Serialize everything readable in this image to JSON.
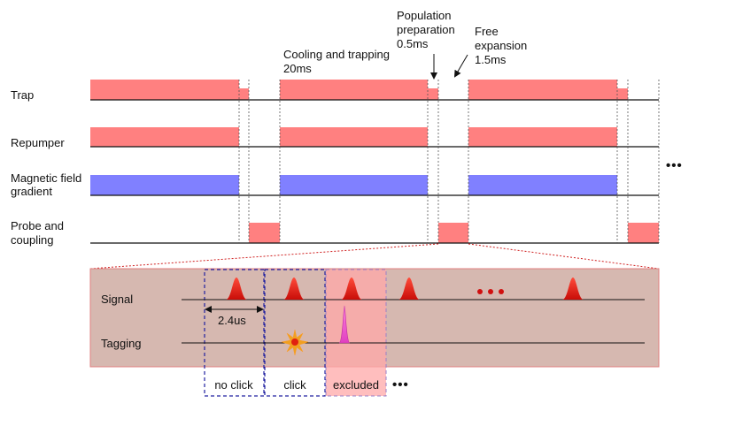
{
  "rows": [
    {
      "key": "trap",
      "line1": "Trap",
      "line2": ""
    },
    {
      "key": "repumper",
      "line1": "Repumper",
      "line2": ""
    },
    {
      "key": "gradient",
      "line1": "Magnetic field",
      "line2": "gradient"
    },
    {
      "key": "probe",
      "line1": "Probe and",
      "line2": "coupling"
    }
  ],
  "phases": {
    "cooling": {
      "line1": "Cooling and trapping",
      "line2": "20ms"
    },
    "population": {
      "line1": "Population",
      "line2": "preparation",
      "line3": "0.5ms"
    },
    "expansion": {
      "line1": "Free",
      "line2": "expansion",
      "line3": "1.5ms"
    }
  },
  "ellipsis": "•••",
  "zoom": {
    "signal_label": "Signal",
    "tagging_label": "Tagging",
    "interval": "2.4us",
    "ellipsis": "•••"
  },
  "windows": [
    {
      "key": "no_click",
      "label": "no click"
    },
    {
      "key": "click",
      "label": "click"
    },
    {
      "key": "excluded",
      "label": "excluded"
    }
  ],
  "windows_ellipsis": "•••",
  "colors": {
    "trap": "#ff8080",
    "gradient": "#8080ff",
    "zoom_bg": "#d6b8b0",
    "excluded": "#ffa8a8",
    "signal_pulse": "#e8201a",
    "tagging_pulse": "#ff60d0",
    "window_border": "#2020a0",
    "excluded_border": "#9a80c8",
    "zoom_dots": "#d01010"
  }
}
